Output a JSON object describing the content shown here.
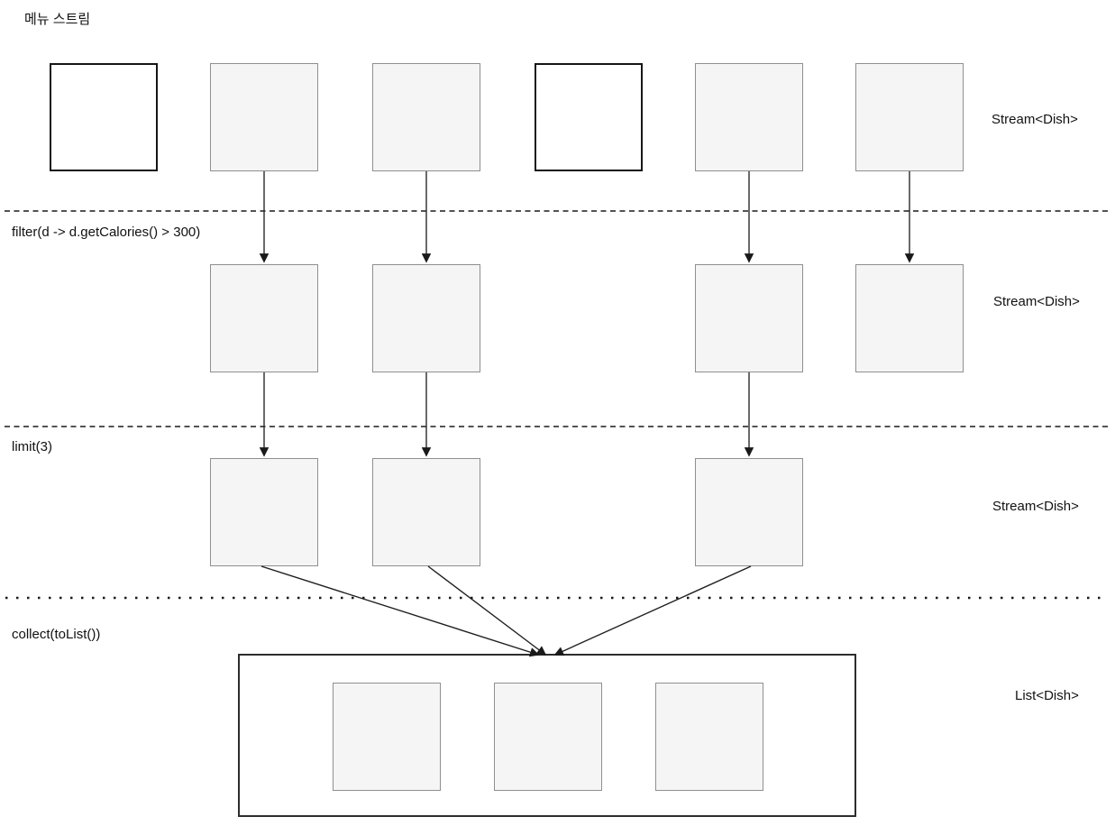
{
  "title": "메뉴 스트림",
  "operations": {
    "filter": {
      "label": "filter(d -> d.getCalories() > 300)"
    },
    "limit": {
      "label": "limit(3)"
    },
    "collect": {
      "label": "collect(toList())"
    }
  },
  "stage_types": {
    "source": "Stream<Dish>",
    "after_filter": "Stream<Dish>",
    "after_limit": "Stream<Dish>",
    "after_collect": "List<Dish>"
  },
  "diagram": {
    "source_row": {
      "dish_count": 6,
      "excluded_positions": [
        1,
        4
      ],
      "included_positions": [
        2,
        3,
        5,
        6
      ]
    },
    "filter_row": {
      "positions": [
        2,
        3,
        5,
        6
      ]
    },
    "limit_row": {
      "positions": [
        2,
        3,
        5
      ]
    },
    "result_list": {
      "item_count": 3
    }
  },
  "colors": {
    "dish_fill": "#f5f5f5",
    "dish_border": "#8f8f8f",
    "excluded_dish_fill": "#ffffff",
    "excluded_dish_border": "#161616",
    "result_box_border": "#2d2d2d",
    "connector": "#1a1a1a",
    "text": "#111111",
    "background": "#ffffff"
  }
}
